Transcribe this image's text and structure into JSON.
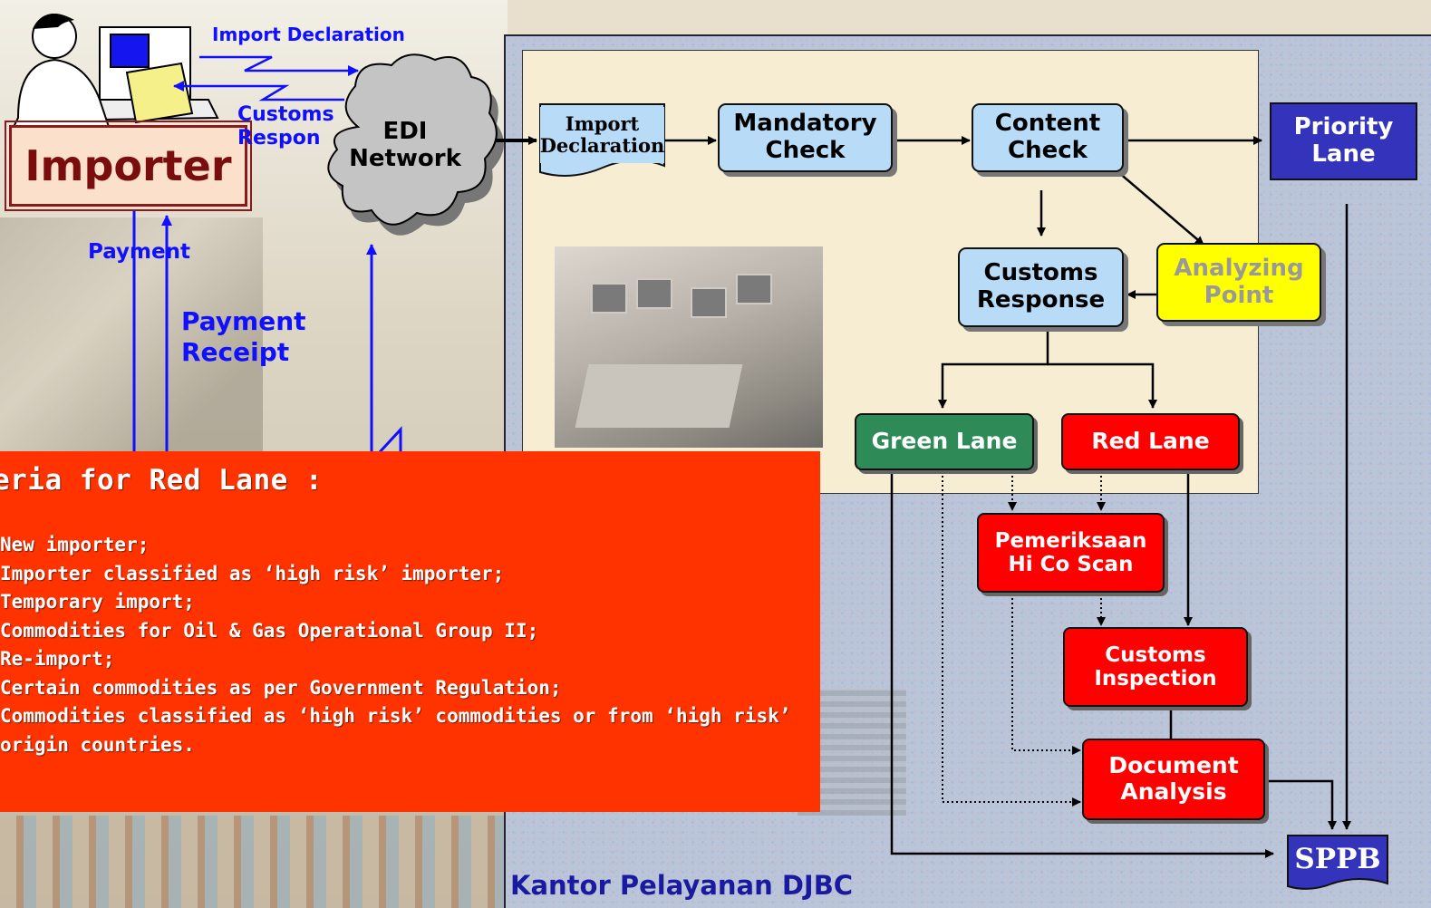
{
  "importer": {
    "label": "Importer"
  },
  "edi": {
    "label": "EDI\nNetwork"
  },
  "left_labels": {
    "import_declaration": "Import Declaration",
    "customs_response": "Customs\nRespon",
    "payment": "Payment",
    "payment_receipt": "Payment\nReceipt"
  },
  "flow": {
    "import_declaration_doc": "Import\nDeclaration",
    "mandatory_check": "Mandatory\nCheck",
    "content_check": "Content\nCheck",
    "priority_lane": "Priority\nLane",
    "customs_response": "Customs\nResponse",
    "analyzing_point": "Analyzing\nPoint",
    "green_lane": "Green Lane",
    "red_lane": "Red Lane",
    "hico_scan": "Pemeriksaan\nHi Co Scan",
    "customs_inspection": "Customs\nInspection",
    "document_analysis": "Document\nAnalysis",
    "sppb": "SPPB"
  },
  "criteria": {
    "title": "eria for Red Lane :",
    "items": [
      "New importer;",
      "Importer classified as ‘high risk’ importer;",
      "Temporary import;",
      "Commodities for Oil & Gas Operational Group II;",
      "Re-import;",
      "Certain commodities as per Government Regulation;",
      "Commodities classified as ‘high risk’ commodities or from ‘high risk’",
      "origin countries."
    ]
  },
  "footer": {
    "office": "Kantor Pelayanan DJBC"
  },
  "colors": {
    "node_blue": "#b8dcf8",
    "red_lane": "#ff0000",
    "green_lane": "#2e8b57",
    "analyzing": "#ffff00",
    "priority": "#3333bb",
    "criteria_bg": "#ff3300",
    "arrow_blue": "#1010ff"
  },
  "icons": [
    "person-at-computer-icon",
    "cloud-icon",
    "document-icon"
  ]
}
